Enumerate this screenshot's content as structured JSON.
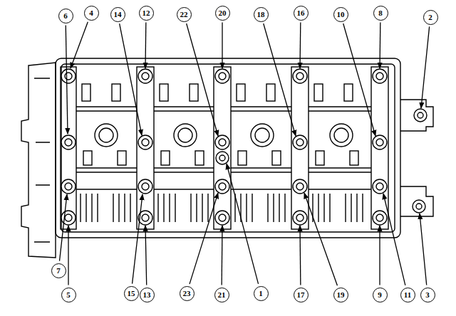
{
  "diagram": {
    "labels": [
      "6",
      "4",
      "14",
      "12",
      "22",
      "20",
      "18",
      "16",
      "10",
      "8",
      "2",
      "7",
      "5",
      "15",
      "13",
      "23",
      "21",
      "1",
      "17",
      "19",
      "9",
      "11",
      "3"
    ]
  }
}
